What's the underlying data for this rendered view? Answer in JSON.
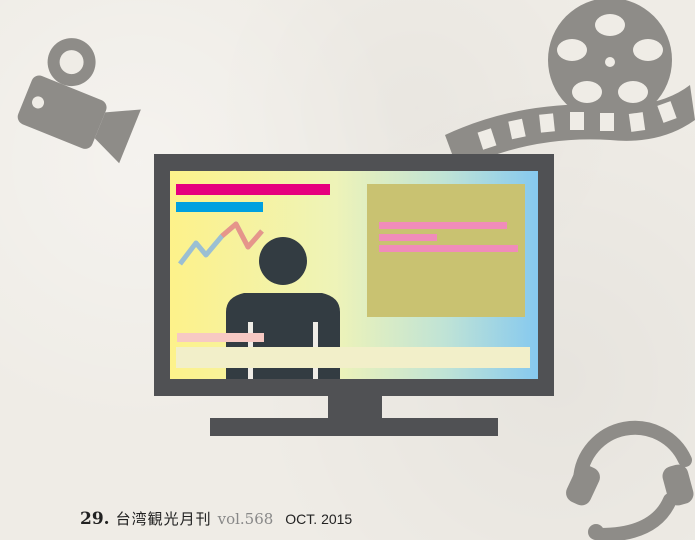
{
  "footer": {
    "page_number": "29.",
    "magazine_title": "台湾観光月刊",
    "volume": "vol.568",
    "date": "OCT. 2015"
  },
  "icons": {
    "video_camera": "video-camera-icon",
    "film_reel": "film-reel-icon",
    "headset": "headset-icon",
    "television": "television-icon",
    "news_anchor": "news-anchor-icon"
  },
  "colors": {
    "background": "#efece6",
    "decor_gray": "#8e8c88",
    "tv_frame": "#505154",
    "tv_stand": "#505154",
    "magenta_bar": "#e6007e",
    "cyan_bar": "#00a0e0",
    "info_panel": "#c9c271",
    "info_lines": "#f08cba",
    "anchor": "#333c42",
    "ticker_bar": "#f2efc9",
    "ticker_pink": "#f7c9c3"
  }
}
